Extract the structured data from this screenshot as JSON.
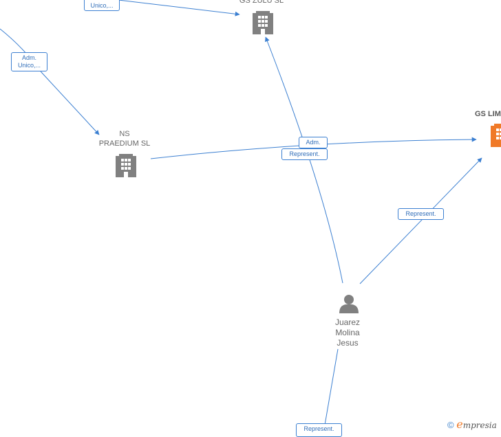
{
  "colors": {
    "edge": "#3b7fd1",
    "node": "#808080",
    "highlight_node": "#f07a28",
    "edge_label_text": "#2f6db8"
  },
  "nodes": {
    "gs_zulu": {
      "label": "GS ZULU SL",
      "icon": "building-icon"
    },
    "ns_praedium": {
      "label_line1": "NS",
      "label_line2": "PRAEDIUM SL",
      "icon": "building-icon"
    },
    "gs_lim": {
      "label": "GS LIM",
      "icon": "building-icon"
    },
    "person": {
      "line1": "Juarez",
      "line2": "Molina",
      "line3": "Jesus",
      "icon": "person-icon"
    }
  },
  "edge_labels": {
    "top_left_cut": "Unico,...",
    "adm_unico_line1": "Adm.",
    "adm_unico_line2": "Unico,...",
    "adm": "Adm.",
    "represent_center": "Represent.",
    "represent_right": "Represent.",
    "represent_bottom": "Represent."
  },
  "footer": {
    "copyright": "©",
    "brand_initial": "e",
    "brand_rest": "mpresia"
  }
}
